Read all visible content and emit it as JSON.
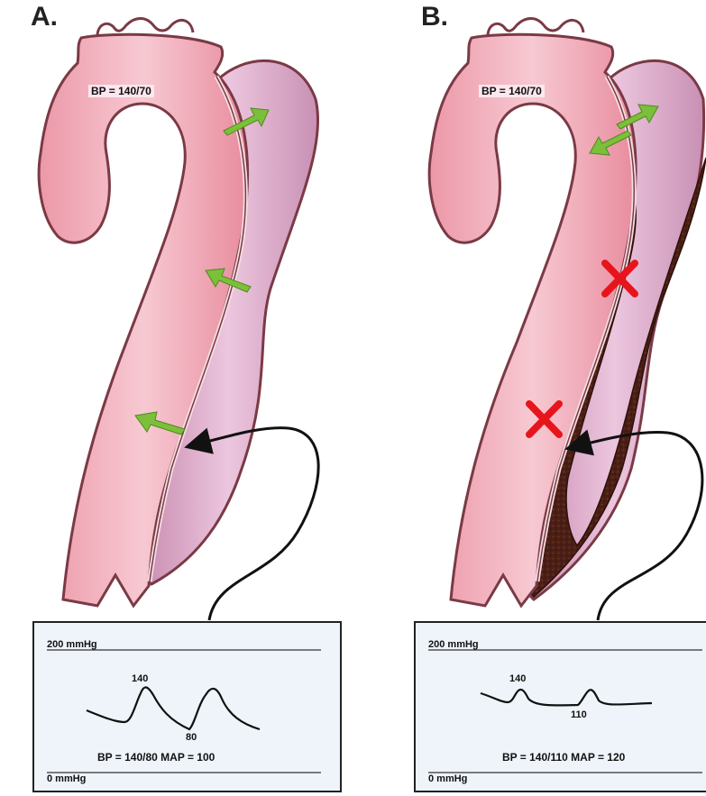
{
  "panels": {
    "a": {
      "letter": "A.",
      "bp_label": "BP = 140/70",
      "monitor": {
        "top_scale": "200 mmHg",
        "bottom_scale": "0 mmHg",
        "systolic": "140",
        "diastolic": "80",
        "readout": "BP = 140/80     MAP = 100"
      }
    },
    "b": {
      "letter": "B.",
      "bp_label": "BP = 140/70",
      "monitor": {
        "top_scale": "200 mmHg",
        "bottom_scale": "0 mmHg",
        "systolic": "140",
        "diastolic": "110",
        "readout": "BP = 140/110     MAP = 120"
      }
    }
  },
  "colors": {
    "aorta_wall": "#e58a9b",
    "aorta_lumen": "#f2b3bf",
    "false_lumen": "#d9a3c2",
    "thrombus": "#4a1e14",
    "flow_arrow": "#7cbf3a",
    "blocked_marker": "#e8141c",
    "monitor_bg": "#eef4fa"
  },
  "icons": {
    "flow": "double-green-arrow-icon",
    "blocked": "red-x-icon",
    "catheter": "catheter-arrow-icon"
  }
}
